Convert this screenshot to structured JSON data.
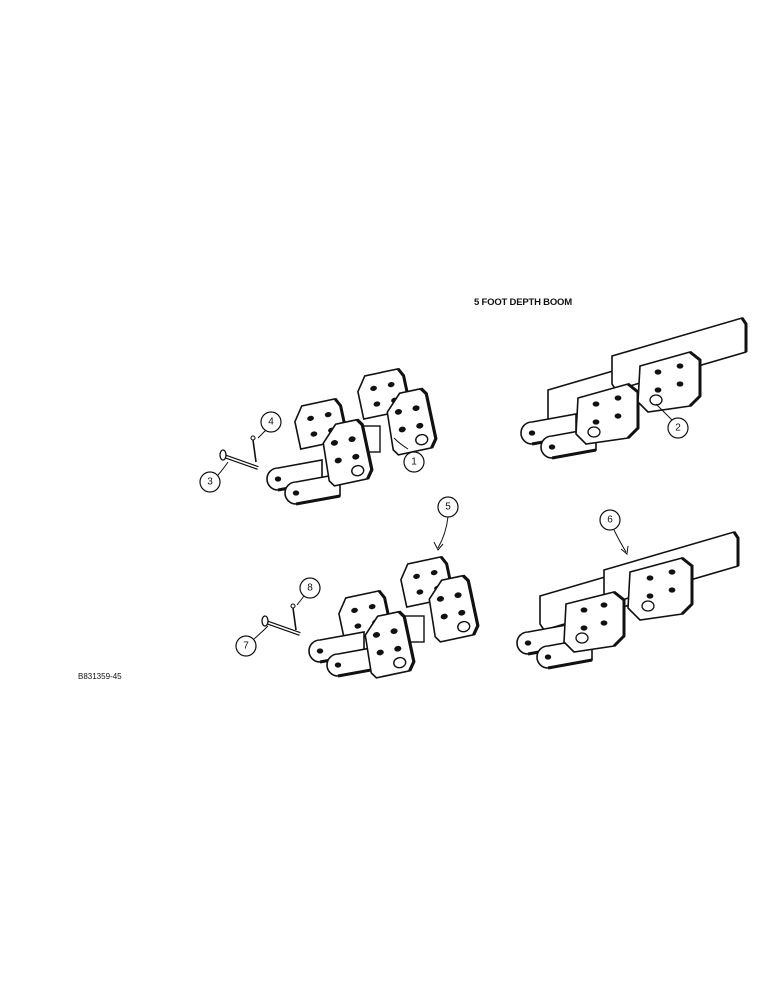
{
  "title": "5 FOOT DEPTH BOOM",
  "figure_number": "B831359-45",
  "callouts": [
    "1",
    "2",
    "3",
    "4",
    "5",
    "6",
    "7",
    "8"
  ],
  "ink_color": "#111111",
  "background_color": "#ffffff"
}
